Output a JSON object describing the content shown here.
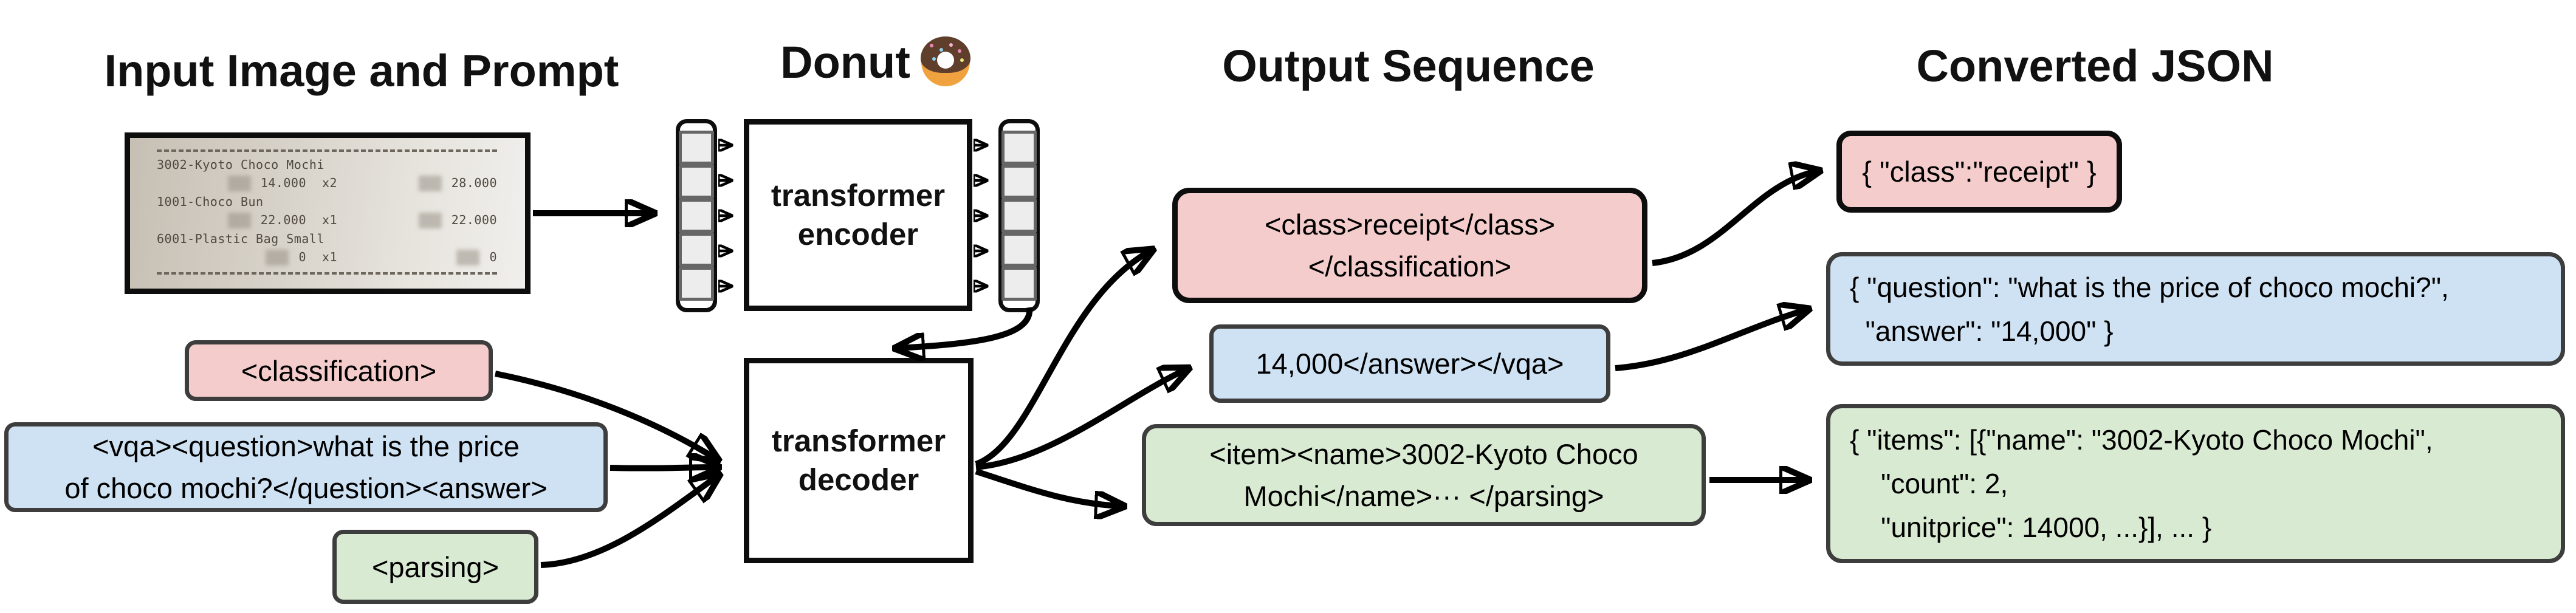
{
  "titles": {
    "input": "Input Image and Prompt",
    "model": "Donut",
    "output": "Output Sequence",
    "json": "Converted JSON"
  },
  "colors": {
    "pink": "#f4cccc",
    "blue": "#cfe2f3",
    "green": "#d9ead3"
  },
  "receipt": {
    "rows": [
      {
        "type": "name",
        "text": "3002-Kyoto Choco Mochi"
      },
      {
        "type": "amount",
        "price": "14.000",
        "qty": "x2",
        "total": "28.000"
      },
      {
        "type": "name",
        "text": "1001-Choco Bun"
      },
      {
        "type": "amount",
        "price": "22.000",
        "qty": "x1",
        "total": "22.000"
      },
      {
        "type": "name",
        "text": "6001-Plastic Bag Small"
      },
      {
        "type": "amount",
        "price": "0",
        "qty": "x1",
        "total": "0"
      }
    ]
  },
  "model": {
    "encoder_line1": "transformer",
    "encoder_line2": "encoder",
    "decoder_line1": "transformer",
    "decoder_line2": "decoder"
  },
  "prompts": {
    "classification": {
      "label": "<classification>"
    },
    "vqa": {
      "line1": "<vqa><question>what is the price",
      "line2": "of choco mochi?</question><answer>"
    },
    "parsing": {
      "label": "<parsing>"
    }
  },
  "outputs": {
    "classification": {
      "line1": "<class>receipt</class>",
      "line2": "</classification>"
    },
    "vqa": {
      "line1": "14,000</answer></vqa>"
    },
    "parsing": {
      "line1": "<item><name>3002-Kyoto Choco",
      "line2": "Mochi</name>··· </parsing>"
    }
  },
  "converted_json": {
    "classification": {
      "line1": "{ \"class\":\"receipt\" }"
    },
    "vqa": {
      "line1": "{ \"question\": \"what is the price of choco mochi?\",",
      "line2": "  \"answer\": \"14,000\" }"
    },
    "parsing": {
      "line1": "{ \"items\": [{\"name\": \"3002-Kyoto Choco Mochi\",",
      "line2": "    \"count\": 2,",
      "line3": "    \"unitprice\": 14000, ...}], ... }"
    }
  }
}
